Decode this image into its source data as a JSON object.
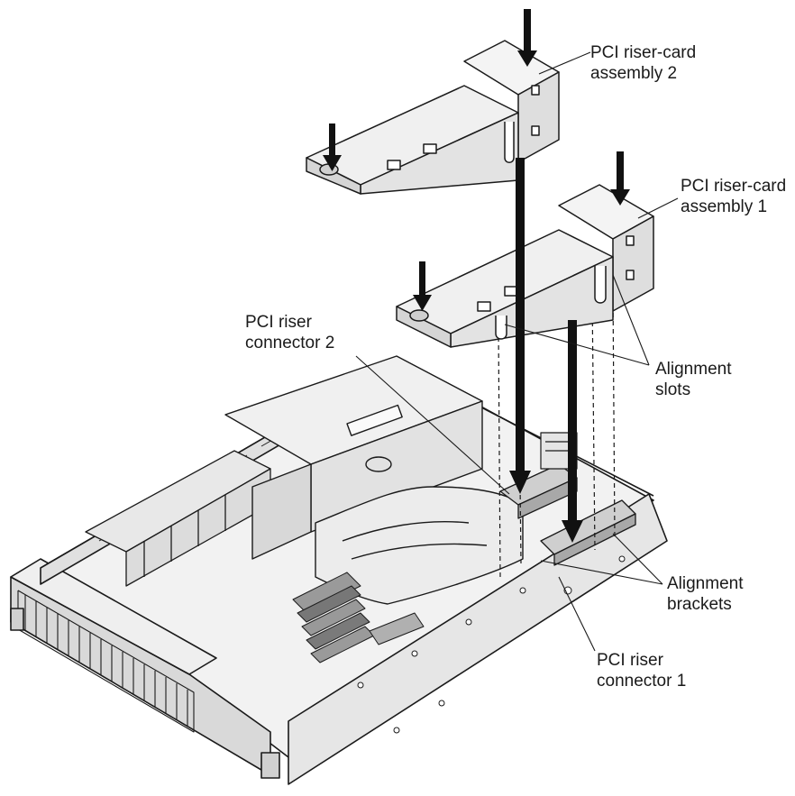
{
  "callouts": {
    "riser_assembly_2": [
      "PCI riser-card",
      "assembly 2"
    ],
    "riser_assembly_1": [
      "PCI riser-card",
      "assembly 1"
    ],
    "riser_connector_2": [
      "PCI riser",
      "connector 2"
    ],
    "alignment_slots": [
      "Alignment",
      "slots"
    ],
    "alignment_brackets": [
      "Alignment",
      "brackets"
    ],
    "riser_connector_1": [
      "PCI riser",
      "connector 1"
    ]
  },
  "colors": {
    "ink": "#1a1a1a",
    "chassis_fill": "#ececec",
    "chassis_dark": "#bdbdbd",
    "bracket_fill": "#e4e4e4",
    "arrow": "#111111",
    "background": "#ffffff"
  },
  "icons": [
    "down-arrow-icon"
  ]
}
